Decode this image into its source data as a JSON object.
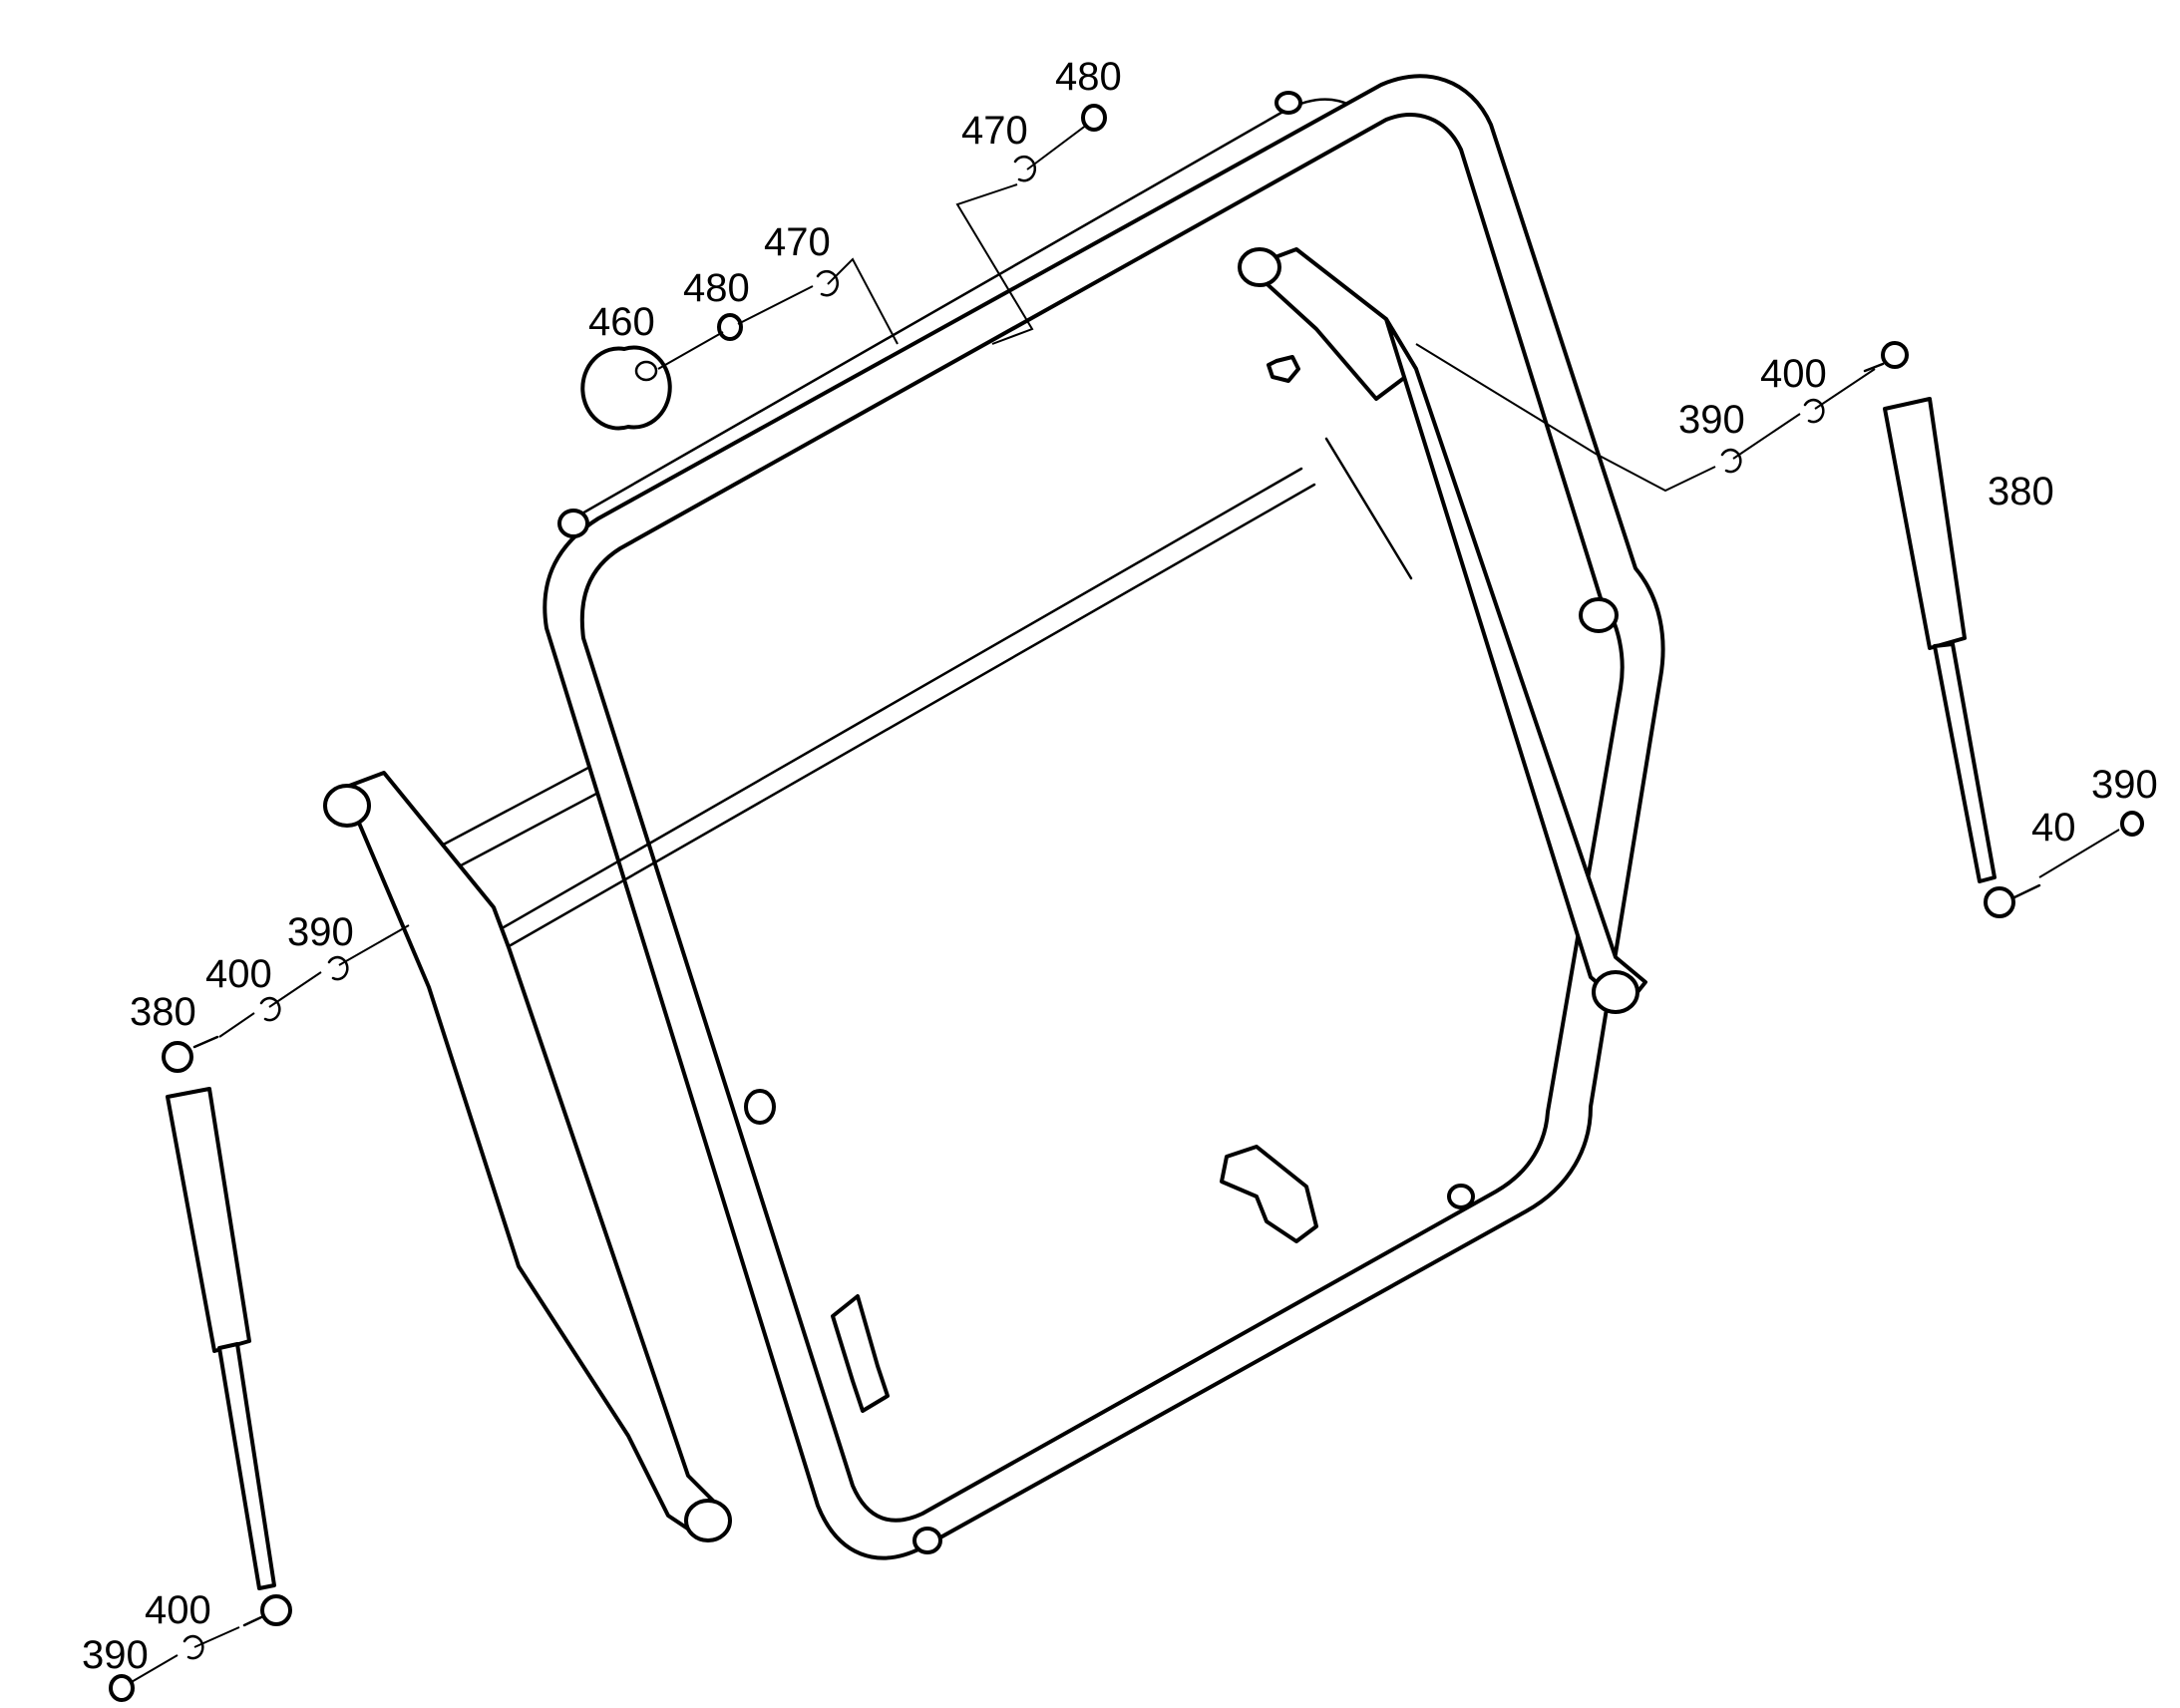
{
  "callouts": {
    "c380_right": "380",
    "c380_left": "380",
    "c390_right_top": "390",
    "c390_right_bottom": "390",
    "c390_left_top": "390",
    "c390_left_bottom": "390",
    "c400_right_top": "400",
    "c400_right_bottom": "40",
    "c400_left_top": "400",
    "c400_left_bottom": "400",
    "c460": "460",
    "c470_top": "470",
    "c470_mid": "470",
    "c480_top": "480",
    "c480_mid": "480"
  },
  "colors": {
    "line": "#000000",
    "background": "#ffffff"
  }
}
